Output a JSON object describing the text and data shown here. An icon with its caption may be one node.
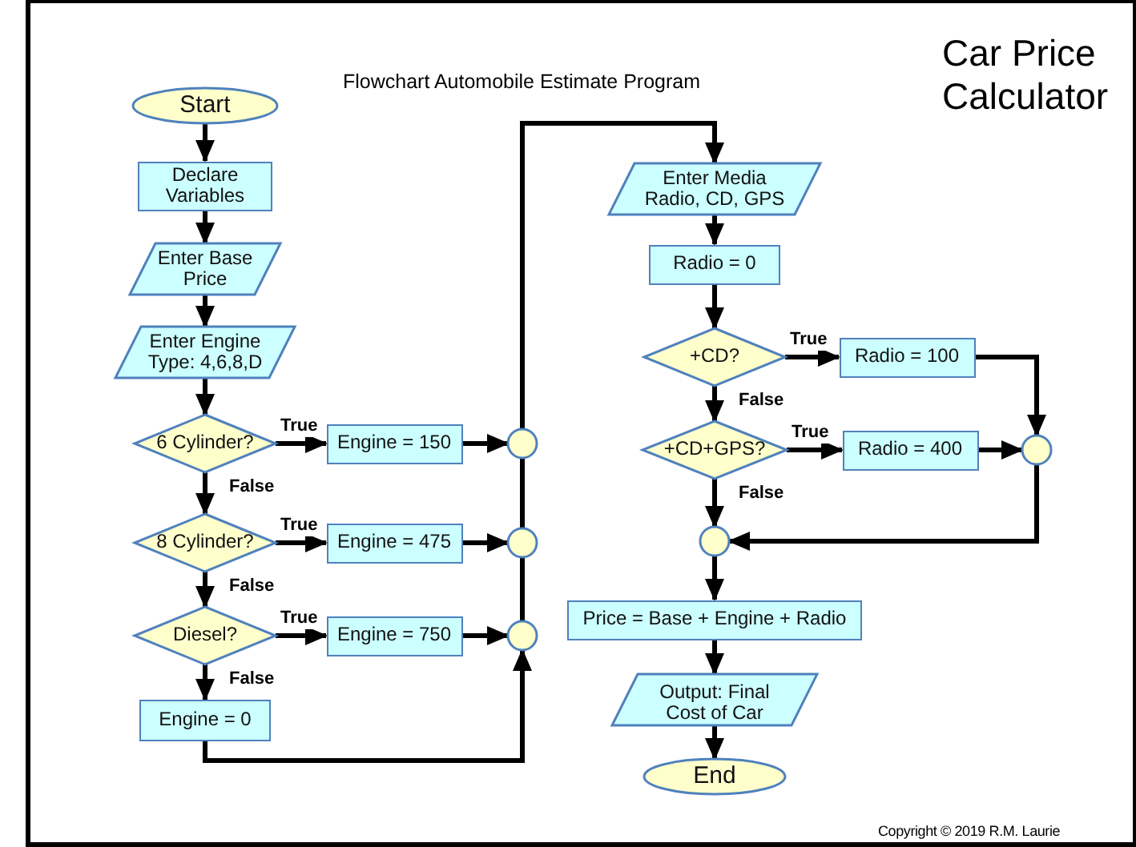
{
  "diagram": {
    "title": "Car Price Calculator",
    "nodes": [
      {
        "text": [
          "Start"
        ]
      },
      {
        "text": [
          "Declare Variables"
        ]
      },
      {
        "text": [
          "Enter Base Price"
        ]
      },
      {
        "text": [
          "Enter Engine Type: 4,6,8,D"
        ]
      },
      {
        "text": [
          "6 Cylinder?"
        ]
      },
      {
        "text": [
          "Engine = 150"
        ]
      },
      {
        "text": [],
        "shape": "circle"
      },
      {
        "text": [
          "8 Cylinder?"
        ]
      },
      {
        "text": [
          "Engine = 475"
        ]
      },
      {
        "text": [],
        "shape": "circle"
      },
      {
        "text": [
          "Diesel?"
        ]
      },
      {
        "text": [
          "Engine = 750"
        ]
      },
      {
        "text": [],
        "shape": "circle"
      },
      {
        "text": [
          "Engine = 0"
        ]
      },
      {
        "text": [
          "Enter Media Radio, CD, GPS"
        ]
      },
      {
        "text": [
          "Radio = 0"
        ]
      },
      {
        "text": [
          "+CD?"
        ]
      },
      {
        "text": [
          "Radio = 100"
        ]
      },
      {
        "text": [
          "+CD+GPS?"
        ]
      },
      {
        "text": [
          "Radio = 400"
        ]
      },
      {
        "text": [],
        "shape": "circle"
      },
      {
        "text": [],
        "shape": "circle"
      },
      {
        "text": [
          "Price = Base + Engine + Radio"
        ]
      },
      {
        "text": [
          "Output: Final Cost of Car"
        ]
      },
      {
        "text": [
          "End"
        ]
      }
    ],
    "edges": [
      {
        "from": 0,
        "to": 1,
        "arrow": "to"
      },
      {
        "from": 1,
        "to": 2,
        "arrow": "to"
      },
      {
        "from": 2,
        "to": 3,
        "arrow": "to"
      },
      {
        "from": 3,
        "to": 4,
        "arrow": "to"
      },
      {
        "from": 4,
        "to": 5,
        "arrow": "to",
        "label": "True"
      },
      {
        "from": 5,
        "to": 6,
        "arrow": "to"
      },
      {
        "from": 4,
        "to": 7,
        "arrow": "to",
        "label": "False"
      },
      {
        "from": 7,
        "to": 8,
        "arrow": "to",
        "label": "True"
      },
      {
        "from": 8,
        "to": 9,
        "arrow": "to"
      },
      {
        "from": 7,
        "to": 10,
        "arrow": "to",
        "label": "False"
      },
      {
        "from": 10,
        "to": 11,
        "arrow": "to",
        "label": "True"
      },
      {
        "from": 11,
        "to": 12,
        "arrow": "to"
      },
      {
        "from": 10,
        "to": 13,
        "arrow": "to",
        "label": "False"
      },
      {
        "from": 13,
        "to": 12,
        "arrow": "to"
      },
      {
        "from": 12,
        "to": 9,
        "arrow": "to"
      },
      {
        "from": 9,
        "to": 6,
        "arrow": "to"
      },
      {
        "from": 6,
        "to": 14,
        "arrow": "to"
      },
      {
        "from": 14,
        "to": 15,
        "arrow": "to"
      },
      {
        "from": 15,
        "to": 16,
        "arrow": "to"
      },
      {
        "from": 16,
        "to": 17,
        "arrow": "to",
        "label": "True"
      },
      {
        "from": 17,
        "to": 20,
        "arrow": "to"
      },
      {
        "from": 16,
        "to": 18,
        "arrow": "to",
        "label": "False"
      },
      {
        "from": 18,
        "to": 19,
        "arrow": "to",
        "label": "True"
      },
      {
        "from": 19,
        "to": 20,
        "arrow": "to"
      },
      {
        "from": 18,
        "to": 21,
        "arrow": "to",
        "label": "False"
      },
      {
        "from": 20,
        "to": 21,
        "arrow": "to"
      },
      {
        "from": 21,
        "to": 22,
        "arrow": "to"
      },
      {
        "from": 22,
        "to": 23,
        "arrow": "to"
      },
      {
        "from": 23,
        "to": 24,
        "arrow": "to"
      }
    ],
    "labels": [
      "Flowchart Automobile Estimate Program",
      "Copyright © 2019  R.M. Laurie"
    ]
  }
}
